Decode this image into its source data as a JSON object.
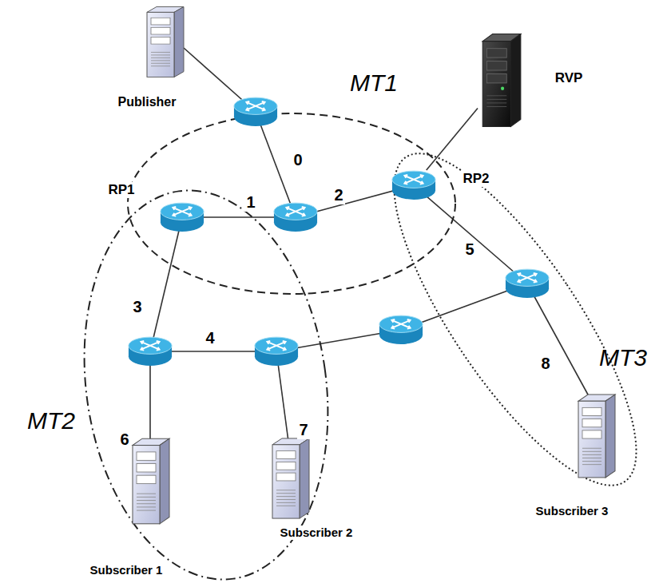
{
  "diagram": {
    "nodes": [
      {
        "text": [
          "Publisher"
        ]
      },
      {
        "text": [
          "RVP"
        ]
      },
      {
        "text": [
          "RP1"
        ]
      },
      {
        "text": [
          "RP2"
        ]
      },
      {
        "text": [
          "Subscriber 1"
        ]
      },
      {
        "text": [
          "Subscriber 2"
        ]
      },
      {
        "text": [
          "Subscriber 3"
        ]
      }
    ],
    "edges": [
      {
        "from": 1,
        "to": 3,
        "arrow": "none"
      }
    ],
    "labels": [
      "MT1",
      "MT2",
      "MT3",
      "0",
      "1",
      "2",
      "3",
      "4",
      "5",
      "6",
      "7",
      "8"
    ]
  }
}
